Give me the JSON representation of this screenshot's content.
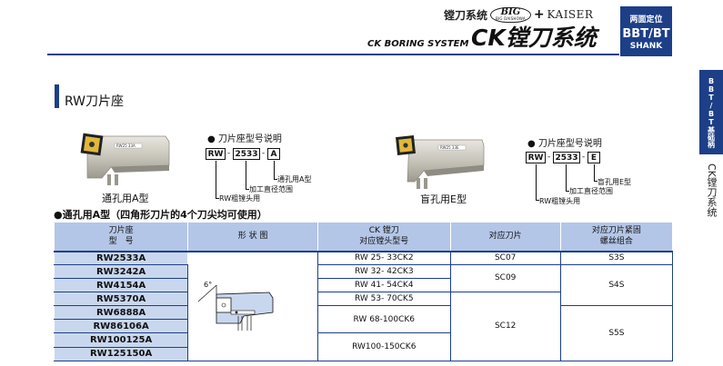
{
  "header": {
    "brand_cn": "镗刀系统",
    "big_logo_main": "BIG",
    "big_logo_sub": "BIG DAISHOWA",
    "plus": "+",
    "kaiser": "KAISER",
    "english_subtitle": "CK BORING SYSTEM",
    "title": "CK镗刀系统",
    "shank_line1": "两面定位",
    "shank_line2": "BBT/BT",
    "shank_line3": "SHANK"
  },
  "side_tab": {
    "label": "BBT/BT基础柄",
    "category": "CK镗刀系统"
  },
  "section": {
    "title": "RW刀片座"
  },
  "tools": [
    {
      "caption": "通孔用A型",
      "marking": "RW25 33A"
    },
    {
      "caption": "盲孔用E型",
      "marking": "RW25 33E"
    }
  ],
  "code_explanations": [
    {
      "title": "刀片座型号说明",
      "codes": [
        "RW",
        "2533",
        "A"
      ],
      "notes": [
        "RW粗镗头用",
        "加工直径范围",
        "通孔用A型"
      ]
    },
    {
      "title": "刀片座型号说明",
      "codes": [
        "RW",
        "2533",
        "E"
      ],
      "notes": [
        "RW粗镗头用",
        "加工直径范围",
        "盲孔用E型"
      ]
    }
  ],
  "table": {
    "title": "通孔用A型（四角形刀片的4个刀尖均可使用）",
    "headers": {
      "model": [
        "刀片座",
        "型　号"
      ],
      "shape": "形 状 图",
      "head": [
        "CK 镗刀",
        "对应镗头型号"
      ],
      "insert": "对应刀片",
      "screw": [
        "对应刀片紧固",
        "螺丝组合"
      ]
    },
    "angle_label": "6°",
    "models": [
      "RW2533A",
      "RW3242A",
      "RW4154A",
      "RW5370A",
      "RW6888A",
      "RW86106A",
      "RW100125A",
      "RW125150A"
    ],
    "heads": [
      "RW 25- 33CK2",
      "RW 32- 42CK3",
      "RW 41- 54CK4",
      "RW 53- 70CK5",
      "RW 68-100CK6",
      "RW100-150CK6"
    ],
    "inserts": [
      "SC07",
      "SC09",
      "SC12"
    ],
    "screws": [
      "S3S",
      "S4S",
      "S5S"
    ]
  },
  "colors": {
    "brand_blue": "#1d3f88",
    "header_cell": "#b4c6e7",
    "model_cell": "#c9d7ee"
  }
}
